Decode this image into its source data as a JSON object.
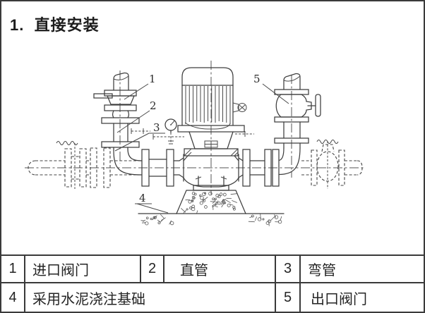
{
  "title": "1.  直接安装",
  "callouts": {
    "n1": "1",
    "n2": "2",
    "n3": "3",
    "n4": "4",
    "n5": "5"
  },
  "legend": {
    "r1": [
      {
        "num": "1",
        "label": "进口阀门"
      },
      {
        "num": "2",
        "label": "直管"
      },
      {
        "num": "3",
        "label": "弯管"
      }
    ],
    "r2": [
      {
        "num": "4",
        "label": "采用水泥浇注基础"
      },
      {
        "num": "5",
        "label": "出口阀门"
      }
    ]
  },
  "colors": {
    "line": "#3f3f3f",
    "background": "#ffffff",
    "border": "#3a3a3a"
  }
}
